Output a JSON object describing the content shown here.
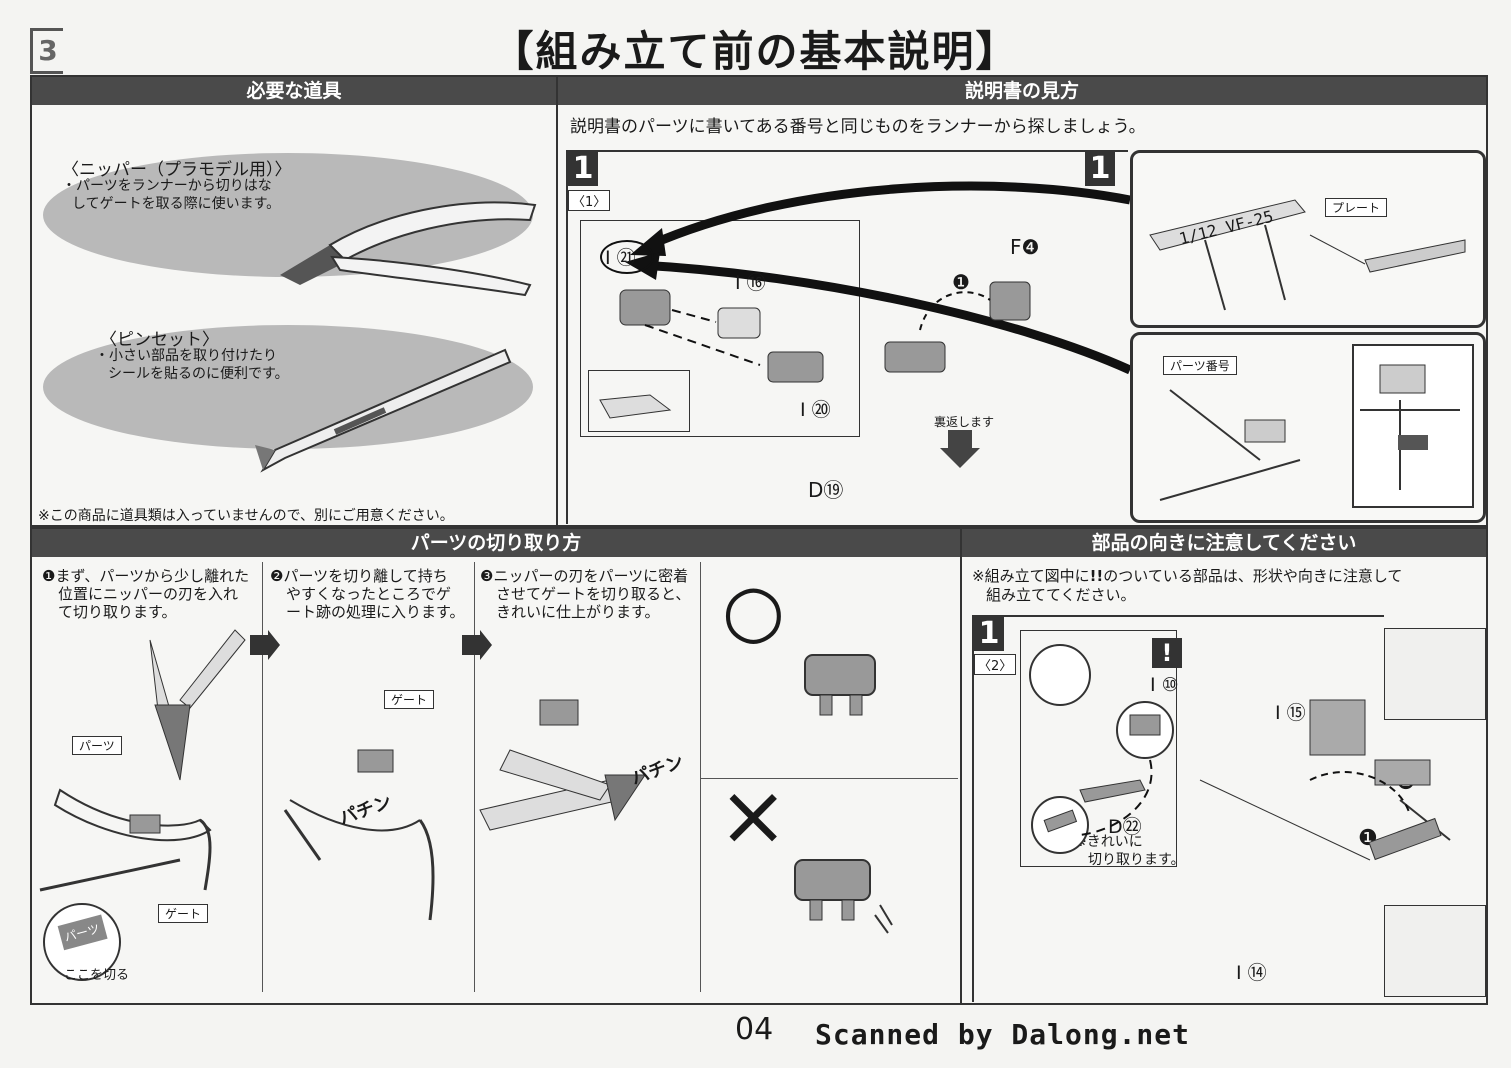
{
  "page_title": "【組み立て前の基本説明】",
  "page_tab": "3",
  "tools": {
    "header": "必要な道具",
    "nipper_title": "〈ニッパー（プラモデル用）〉",
    "nipper_desc_1": "・パーツをランナーから切りはな",
    "nipper_desc_2": "してゲートを取る際に使います。",
    "tweezer_title": "〈ピンセット〉",
    "tweezer_desc_1": "・小さい部品を取り付けたり",
    "tweezer_desc_2": "シールを貼るのに便利です。",
    "note": "※この商品に道具類は入っていませんので、別にご用意ください。"
  },
  "manual": {
    "header": "説明書の見方",
    "intro": "説明書のパーツに書いてある番号と同じものをランナーから探しましょう。",
    "step_num": "1",
    "step_sub": "〈1〉",
    "step_num_right": "1",
    "part_i21": "I ㉑",
    "part_i16": "I ⑯",
    "part_i20": "I ⑳",
    "part_f4": "F❹",
    "arrow_1": "❶",
    "flip_label": "裏返します",
    "part_d19": "D⑲",
    "plate_label": "プレート",
    "plate_text": "1/12 VF-25",
    "part_number_label": "パーツ番号"
  },
  "cutting": {
    "header": "パーツの切り取り方",
    "step1_1": "❶まず、パーツから少し離れた",
    "step1_2": "位置にニッパーの刃を入れ",
    "step1_3": "て切り取ります。",
    "step2_1": "❷パーツを切り離して持ち",
    "step2_2": "やすくなったところでゲ",
    "step2_3": "ート跡の処理に入ります。",
    "step3_1": "❸ニッパーの刃をパーツに密着",
    "step3_2": "させてゲートを切り取ると、",
    "step3_3": "きれいに仕上がります。",
    "label_parts": "パーツ",
    "label_gate": "ゲート",
    "label_gate2": "ゲート",
    "label_parts_circle": "パーツ",
    "label_cut_here": "ここを切る",
    "sfx_pachin": "パチン",
    "sfx_pachin2": "パチン",
    "good_mark": "○",
    "bad_mark": "×"
  },
  "orientation": {
    "header": "部品の向きに注意してください",
    "note_1": "※組み立て図中に",
    "note_mark": "!!",
    "note_2": "のついている部品は、形状や向きに注意して",
    "note_3": "組み立ててください。",
    "step_num": "1",
    "step_sub": "〈2〉",
    "warn_mark": "!",
    "part_i10": "I ⑩",
    "part_i15": "I ⑮",
    "part_d22": "D㉒",
    "clean_cut_1": "※きれいに",
    "clean_cut_2": "切り取ります。",
    "arrow_1": "❶",
    "arrow_2": "❷",
    "part_i14": "I ⑭"
  },
  "footer": {
    "page_number": "04",
    "scan_credit": "Scanned by Dalong.net"
  }
}
